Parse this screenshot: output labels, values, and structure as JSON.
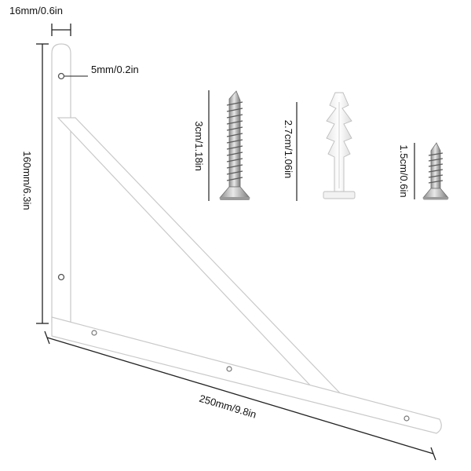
{
  "dimensions": {
    "bracket_width": "16mm/0.6in",
    "hole_diameter": "5mm/0.2in",
    "bracket_height": "160mm/6.3in",
    "bracket_length": "250mm/9.8in",
    "screw_large_length": "3cm/1.18in",
    "anchor_length": "2.7cm/1.06in",
    "screw_small_length": "1.5cm/0.6in"
  },
  "colors": {
    "bracket": "#ffffff",
    "bracket_outline": "#c9c9c9",
    "dimension_line": "#222222",
    "screw_metal": "#b8b8b8",
    "anchor_plastic": "#f4f4f4"
  }
}
